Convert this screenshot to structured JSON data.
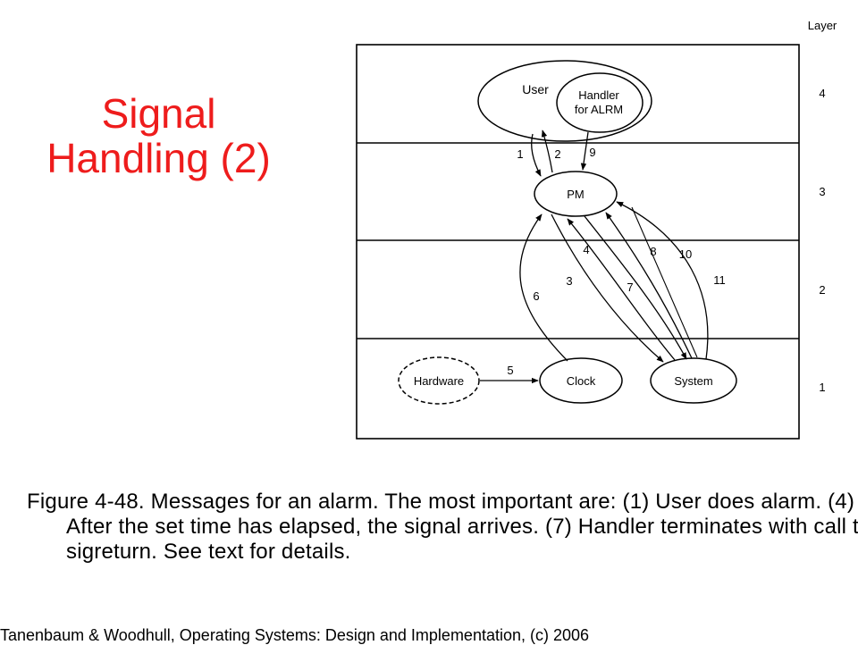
{
  "slide": {
    "title_line1": "Signal",
    "title_line2": "Handling (2)",
    "caption": "Figure 4-48. Messages for an alarm.  The most important are: (1) User does alarm.  (4) After the set time has elapsed, the signal arrives. (7) Handler terminates with call to sigreturn. See text for details.",
    "credit": "Tanenbaum & Woodhull, Operating Systems: Design and Implementation, (c) 2006"
  },
  "diagram": {
    "layer_header": "Layer",
    "layers": [
      "4",
      "3",
      "2",
      "1"
    ],
    "nodes": {
      "user": "User",
      "handler_line1": "Handler",
      "handler_line2": "for ALRM",
      "pm": "PM",
      "hardware": "Hardware",
      "clock": "Clock",
      "system": "System"
    },
    "edges": [
      "1",
      "2",
      "9",
      "4",
      "8",
      "10",
      "3",
      "7",
      "11",
      "6",
      "5"
    ]
  },
  "colors": {
    "title": "#ee1c1c",
    "lines": "#000000"
  }
}
